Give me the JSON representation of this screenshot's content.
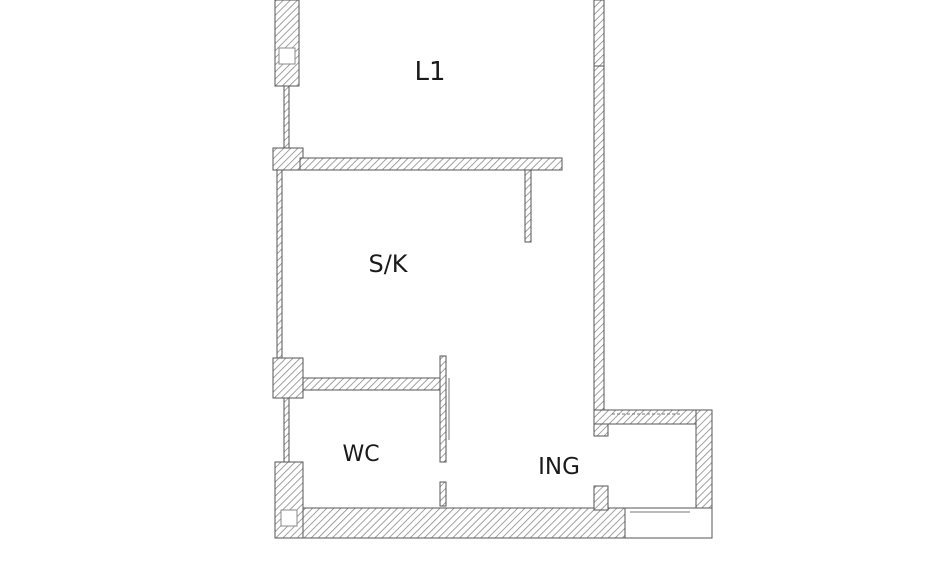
{
  "rooms": [
    {
      "id": "l1",
      "label": "L1"
    },
    {
      "id": "sk",
      "label": "S/K"
    },
    {
      "id": "wc",
      "label": "WC"
    },
    {
      "id": "ing",
      "label": "ING"
    }
  ],
  "colors": {
    "wall_stroke": "#555555",
    "hatch": "#8a8a8a",
    "thin_line": "#777777",
    "text": "#1a1a1a"
  }
}
